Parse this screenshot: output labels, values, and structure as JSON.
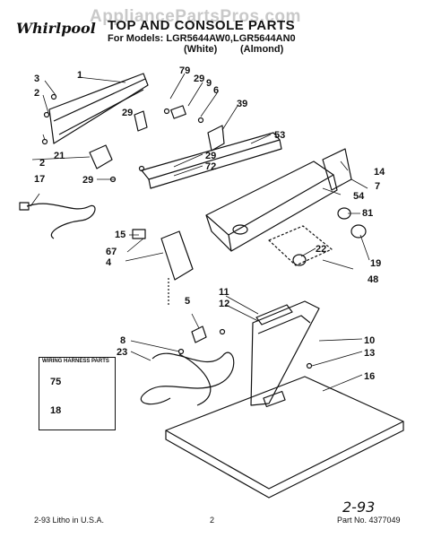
{
  "watermark": "AppliancePartsPros.com",
  "brand": "Whirlpool",
  "title": "TOP AND CONSOLE PARTS",
  "models_line": "For Models: LGR5644AW0,LGR5644AN0",
  "variant_white": "(White)",
  "variant_almond": "(Almond)",
  "inset_title": "WIRING HARNESS PARTS",
  "callouts": {
    "c1": "1",
    "c2a": "2",
    "c2b": "2",
    "c3": "3",
    "c4": "4",
    "c5": "5",
    "c6": "6",
    "c7": "7",
    "c8": "8",
    "c9": "9",
    "c10": "10",
    "c11": "11",
    "c12": "12",
    "c13": "13",
    "c14": "14",
    "c15": "15",
    "c16": "16",
    "c17": "17",
    "c18": "18",
    "c19": "19",
    "c21": "21",
    "c22": "22",
    "c23": "23",
    "c29a": "29",
    "c29b": "29",
    "c29c": "29",
    "c29d": "29",
    "c39": "39",
    "c48": "48",
    "c53": "53",
    "c54": "54",
    "c67": "67",
    "c72": "72",
    "c75": "75",
    "c79": "79",
    "c81": "81"
  },
  "footer_left": "2-93 Litho in U.S.A.",
  "footer_page": "2",
  "footer_part": "Part No. 4377049",
  "handwritten": "2-93"
}
